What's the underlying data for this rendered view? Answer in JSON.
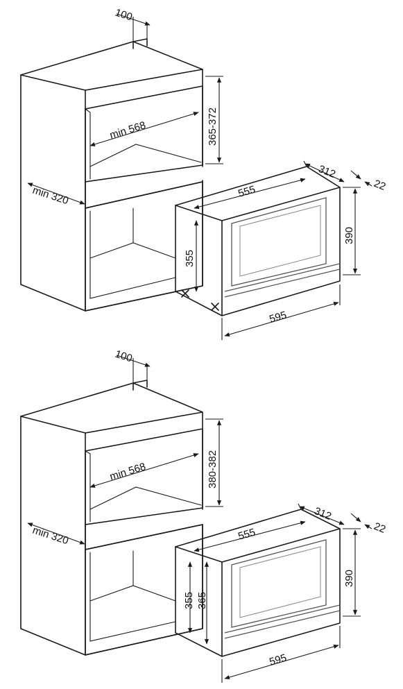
{
  "diagrams": [
    {
      "dims": {
        "top_depth": "100",
        "niche_width": "min 568",
        "niche_height": "365-372",
        "side_depth": "min 320",
        "oven_depth": "312",
        "front_thickness": "22",
        "oven_inner_width": "555",
        "oven_height": "390",
        "oven_body_height": "355",
        "oven_width": "595"
      }
    },
    {
      "dims": {
        "top_depth": "100",
        "niche_width": "min 568",
        "niche_height": "380-382",
        "side_depth": "min 320",
        "oven_depth": "312",
        "front_thickness": "22",
        "oven_inner_width": "555",
        "oven_height": "390",
        "oven_body_height": "355",
        "oven_body_height_2": "365",
        "oven_width": "595"
      }
    }
  ]
}
